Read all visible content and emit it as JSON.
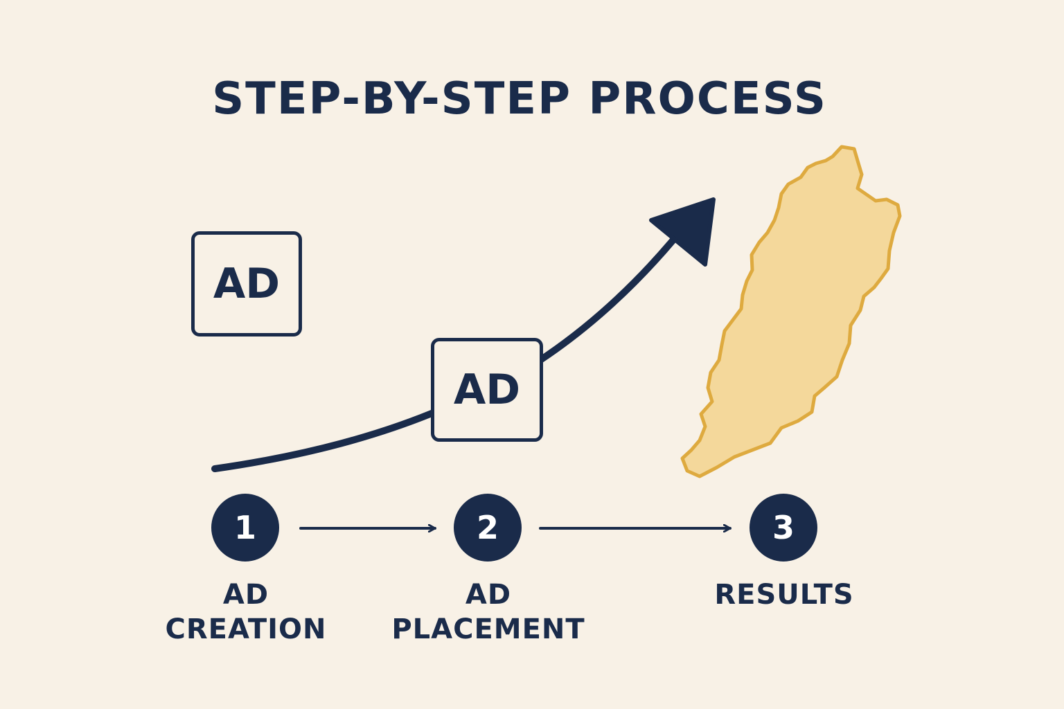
{
  "title": "STEP-BY-STEP PROCESS",
  "ad_badges": [
    "AD",
    "AD"
  ],
  "steps": [
    {
      "number": "1",
      "label_lines": [
        "AD",
        "CREATION"
      ]
    },
    {
      "number": "2",
      "label_lines": [
        "AD",
        "PLACEMENT"
      ]
    },
    {
      "number": "3",
      "label_lines": [
        "RESULTS"
      ]
    }
  ],
  "colors": {
    "background": "#f8f1e6",
    "navy": "#1a2b4a",
    "map_fill": "#f4d89b",
    "map_stroke": "#deaa3f"
  },
  "icons": {
    "growth_arrow": "trend-up-arrow",
    "map": "lebanon-map-silhouette",
    "connectors": "right-arrow"
  }
}
